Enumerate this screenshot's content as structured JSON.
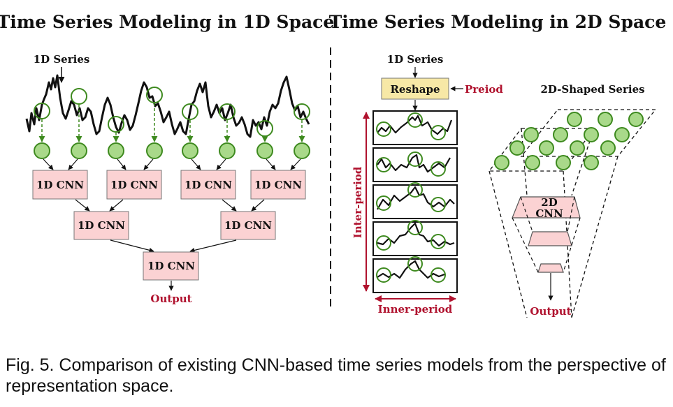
{
  "left_panel": {
    "title": "Time Series Modeling in 1D Space",
    "series_label": "1D Series",
    "cnn_label": "1D CNN",
    "output_label": "Output"
  },
  "right_panel": {
    "title": "Time Series Modeling in 2D Space",
    "series_label": "1D Series",
    "reshape_label": "Reshape",
    "period_label": "Preiod",
    "shaped_label": "2D-Shaped Series",
    "inter_label": "Inter-period",
    "inner_label": "Inner-period",
    "cnn_label_line1": "2D",
    "cnn_label_line2": "CNN",
    "output_label": "Output"
  },
  "colors": {
    "circle_fill": "#a9d98a",
    "circle_stroke": "#3e8a1f",
    "cnn_box_fill": "#fbd2d3",
    "reshape_fill": "#f7e8a6",
    "accent_red": "#b0122e"
  },
  "caption": "Fig. 5. Comparison of existing CNN-based time series models from the perspective of representation space."
}
